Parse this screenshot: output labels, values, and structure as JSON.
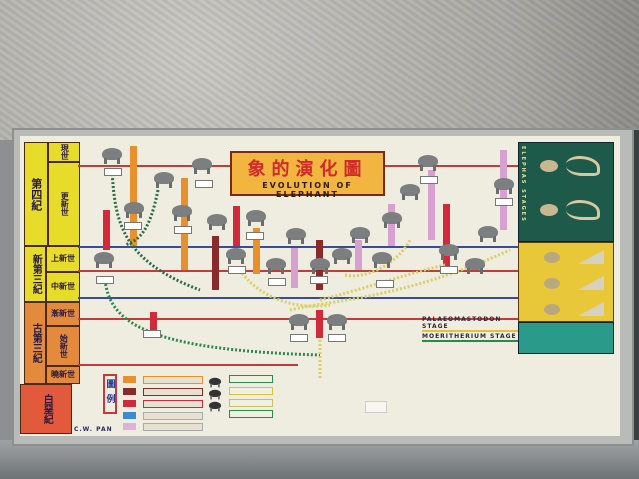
{
  "title": {
    "chinese": "象的演化圖",
    "english": "EVOLUTION OF ELEPHANT"
  },
  "periods": {
    "quaternary": "第四紀",
    "holocene": "現世",
    "pleistocene": "更新世",
    "neogene": "新第三紀",
    "pliocene": "上新世",
    "miocene": "中新世",
    "paleogene": "古第三紀",
    "oligocene": "漸新世",
    "eocene": "始新世",
    "paleocene": "曉新世",
    "cretaceous": "白堊紀"
  },
  "stages": {
    "palaeomastodon": "PALAEOMASTODON STAGE",
    "moeritherium": "MOERITHERIUM STAGE",
    "elephas": "ELEPHAS STAGES"
  },
  "legend": {
    "label": "圖例"
  },
  "author": "C.W. PAN",
  "colors": {
    "title_bg": "#f2b640",
    "title_text": "#d22a2a",
    "quaternary": "#e8dc2a",
    "paleogene": "#e48a3c",
    "elephas_panel": "#1d5a4a"
  }
}
